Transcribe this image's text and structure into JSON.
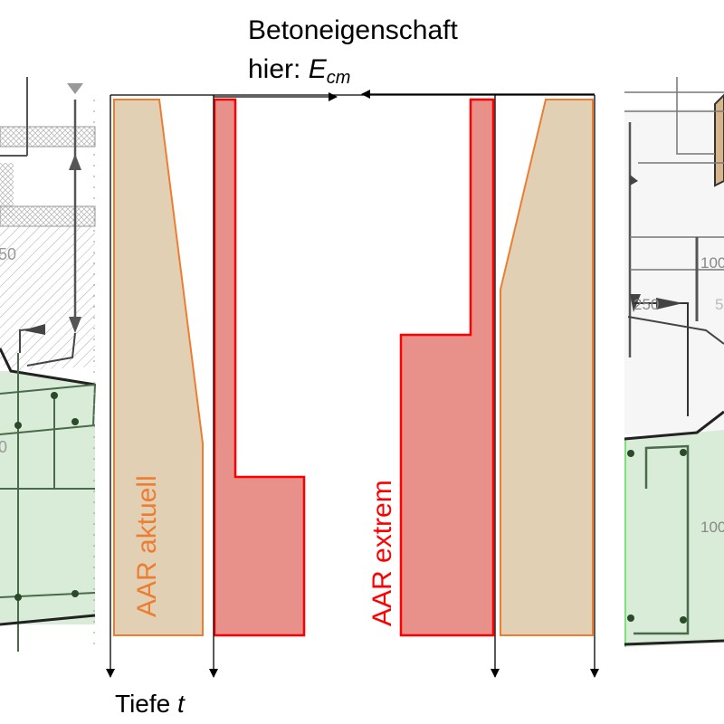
{
  "header": {
    "line1": "Betoneigenschaft",
    "line2_prefix": "hier: ",
    "symbol_main": "E",
    "symbol_sub": "cm"
  },
  "axis": {
    "depth_label_prefix": "Tiefe ",
    "depth_symbol": "t"
  },
  "profiles": {
    "current_label": "AAR aktuell",
    "extreme_label": "AAR extrem"
  },
  "drawings": {
    "left_dims": [
      "50",
      "0"
    ],
    "right_dims": [
      "100",
      "250",
      "5",
      "100"
    ]
  },
  "colors": {
    "tan_fill": "#e2d0b5",
    "tan_stroke": "#ed7d31",
    "red_fill": "#e8908a",
    "red_stroke": "#ff0000",
    "green_fill": "#d9ecd8"
  }
}
